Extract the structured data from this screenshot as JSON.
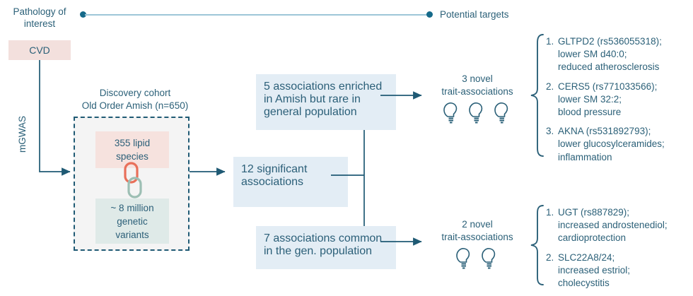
{
  "legend": {
    "left_label": "Pathology of\ninterest",
    "right_label": "Potential targets",
    "line_color": "#9ec6d8",
    "dot_color": "#156a8a"
  },
  "pathology": {
    "label": "CVD",
    "color": "#f3e0dd"
  },
  "method": {
    "label": "mGWAS"
  },
  "cohort": {
    "title": "Discovery cohort\nOld Order Amish (n=650)",
    "lipids_label": "355 lipid\nspecies",
    "lipids_color": "#f6e2de",
    "variants_label": "~ 8 million\ngenetic\nvariants",
    "variants_color": "#dfeae8",
    "link_top_color": "#e8705a",
    "link_bottom_color": "#9dbfb4"
  },
  "results": {
    "enriched_box": "5 associations enriched\nin Amish but rare in\ngeneral population",
    "significant_box": "12 significant\nassociations",
    "common_box": "7 associations common\nin the gen. population",
    "box_color": "#e3edf5"
  },
  "outcomes": [
    {
      "label": "3 novel\ntrait-associations",
      "bulbs": 3,
      "targets": [
        {
          "num": "1.",
          "text": "GLTPD2 (rs536055318);\nlower SM d40:0;\nreduced atherosclerosis"
        },
        {
          "num": "2.",
          "text": "CERS5 (rs771033566);\nlower SM 32:2;\nblood pressure"
        },
        {
          "num": "3.",
          "text": "AKNA (rs531892793);\nlower glucosylceramides;\ninflammation"
        }
      ]
    },
    {
      "label": "2 novel\ntrait-associations",
      "bulbs": 2,
      "targets": [
        {
          "num": "1.",
          "text": "UGT (rs887829);\nincreased androstenediol;\ncardioprotection"
        },
        {
          "num": "2.",
          "text": "SLC22A8/24;\nincreased estriol;\ncholecystitis"
        }
      ]
    }
  ],
  "theme": {
    "text_color": "#2b6078",
    "line_color": "#1f5a74"
  }
}
